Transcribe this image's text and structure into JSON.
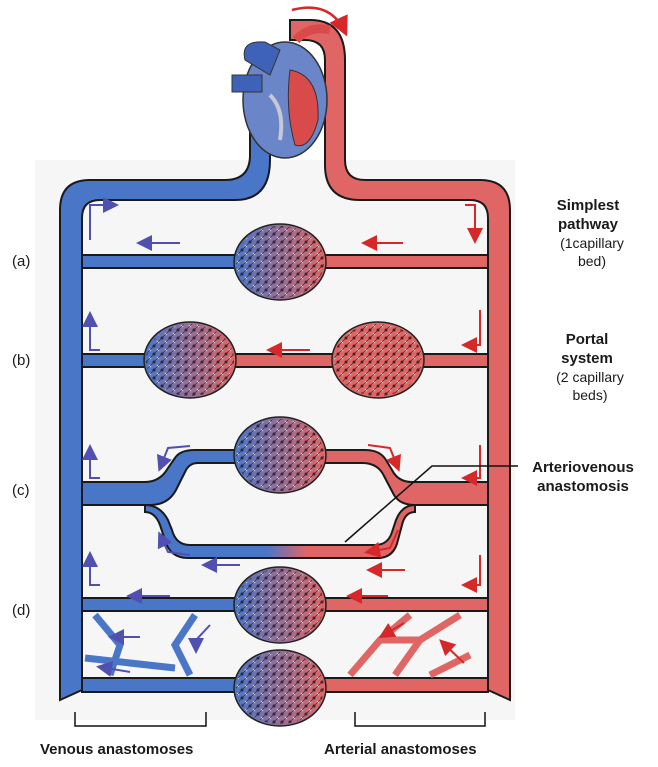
{
  "colors": {
    "vein": "#4a76c8",
    "artery": "#e06666",
    "vein_arrow": "#5050b0",
    "artery_arrow": "#d62828",
    "outline": "#1a1a1a"
  },
  "rows": {
    "a": "(a)",
    "b": "(b)",
    "c": "(c)",
    "d": "(d)"
  },
  "labels": {
    "simplest_title": "Simplest pathway",
    "simplest_sub": "(1capillary bed)",
    "portal_title": "Portal system",
    "portal_sub": "(2 capillary beds)",
    "av_title": "Arteriovenous anastomosis",
    "venous": "Venous anastomoses",
    "arterial": "Arterial anastomoses"
  },
  "icons": {
    "heart": "heart-icon",
    "capillary": "capillary-bed-icon",
    "flow_arrow": "flow-arrow-icon"
  }
}
